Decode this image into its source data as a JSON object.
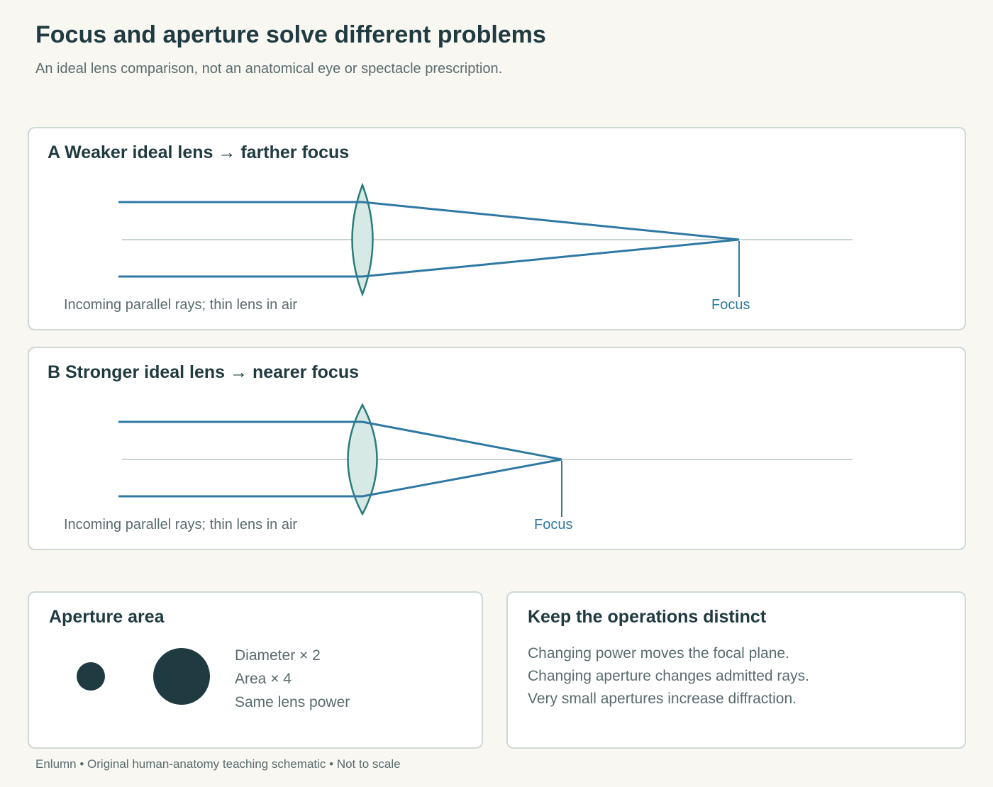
{
  "header": {
    "title": "Focus and aperture solve different problems",
    "subtitle": "An ideal lens comparison, not an anatomical eye or spectacle prescription."
  },
  "panel_a": {
    "title": "A Weaker ideal lens → farther focus",
    "ray_note": "Incoming parallel rays; thin lens in air",
    "focus_label": "Focus"
  },
  "panel_b": {
    "title": "B Stronger ideal lens → nearer focus",
    "ray_note": "Incoming parallel rays; thin lens in air",
    "focus_label": "Focus"
  },
  "aperture": {
    "title": "Aperture area",
    "lines": [
      "Diameter × 2",
      "Area × 4",
      "Same lens power"
    ]
  },
  "operations": {
    "title": "Keep the operations distinct",
    "lines": [
      "Changing power moves the focal plane.",
      "Changing aperture changes admitted rays.",
      "Very small apertures increase diffraction."
    ]
  },
  "footer": "Enlumn • Original human-anatomy teaching schematic • Not to scale",
  "colors": {
    "ray": "#2f78a3",
    "lens_stroke": "#2a7b7e",
    "lens_fill": "#d6e9e4",
    "axis": "#b9c5c3",
    "dark": "#1f3a40",
    "muted": "#5a6b6e"
  }
}
